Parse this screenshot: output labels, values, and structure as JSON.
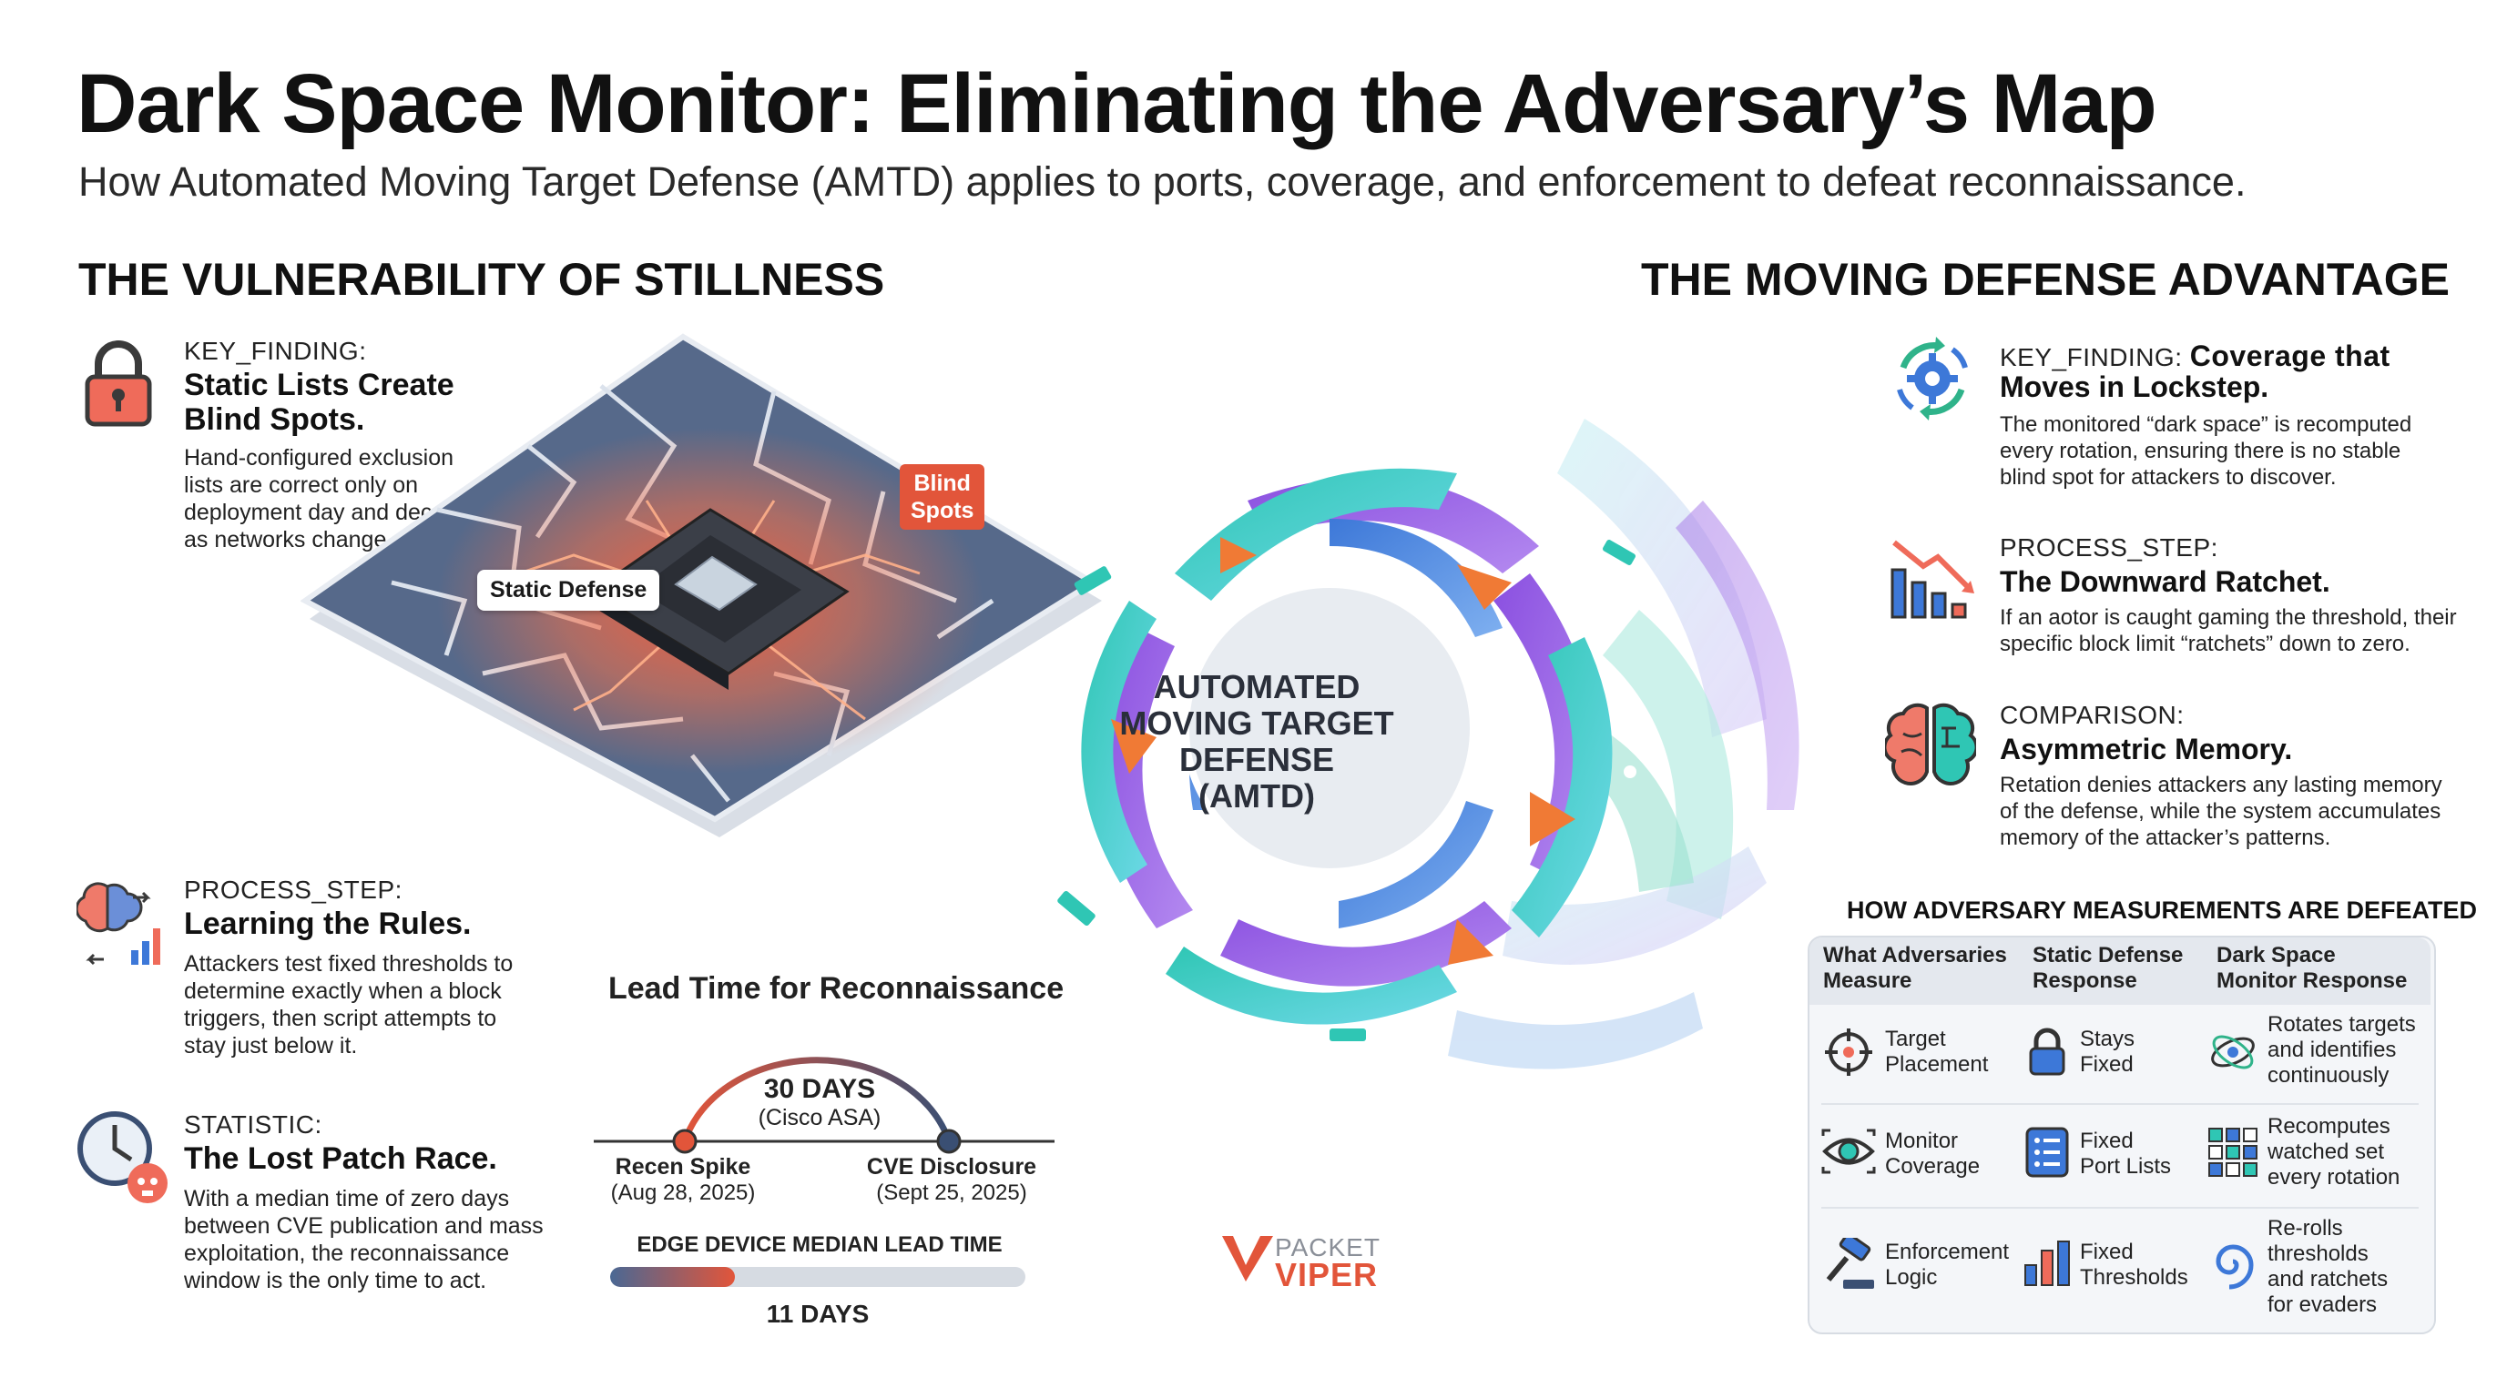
{
  "header": {
    "title": "Dark Space Monitor: Eliminating the Adversary’s Map",
    "subtitle": "How Automated Moving Target Defense (AMTD) applies to ports, coverage, and enforcement to defeat reconnaissance."
  },
  "left": {
    "heading": "THE VULNERABILITY OF STILLNESS",
    "finding1": {
      "kicker": "KEY_FINDING:",
      "title_line1": "Static Lists Create",
      "title_line2": "Blind Spots.",
      "body": [
        "Hand-configured exclusion",
        "lists are correct only on",
        "deployment day and decay",
        "as networks change."
      ]
    },
    "finding2": {
      "kicker": "PROCESS_STEP:",
      "title": "Learning the Rules.",
      "body": [
        "Attackers test fixed thresholds to",
        "determine exactly when a block",
        "triggers, then script attempts to",
        "stay just below it."
      ]
    },
    "finding3": {
      "kicker": "STATISTIC:",
      "title": "The Lost Patch Race.",
      "body": [
        "With a median time of zero days",
        "between CVE publication and mass",
        "exploitation, the reconnaissance",
        "window is the only time to act."
      ]
    }
  },
  "chip": {
    "static_label": "Static Defense",
    "blind_line1": "Blind",
    "blind_line2": "Spots"
  },
  "hub": {
    "line1": "AUTOMATED",
    "line2": "MOVING TARGET",
    "line3": "DEFENSE",
    "line4": "(AMTD)"
  },
  "timeline": {
    "title": "Lead Time for Reconnaissance",
    "arc_value": "30 DAYS",
    "arc_note": "(Cisco ASA)",
    "left_label": "Recen Spike",
    "left_date": "(Aug 28, 2025)",
    "right_label": "CVE Disclosure",
    "right_date": "(Sept 25, 2025)",
    "bar_label": "EDGE DEVICE MEDIAN LEAD TIME",
    "bar_value": "11 DAYS",
    "bar_fill_fraction": 0.3
  },
  "logo": {
    "line1": "PACKET",
    "line2": "VIPER"
  },
  "right": {
    "heading": "THE MOVING DEFENSE ADVANTAGE",
    "finding1": {
      "kicker": "KEY_FINDING:",
      "title_line1": "Coverage that",
      "title_line2": "Moves in Lockstep.",
      "body": [
        "The monitored “dark space” is recomputed",
        "every rotation, ensuring there is no stable",
        "blind spot for attackers to discover."
      ]
    },
    "finding2": {
      "kicker": "PROCESS_STEP:",
      "title": "The Downward Ratchet.",
      "body": [
        "If an aotor is caught gaming the threshold, their",
        "specific block limit “ratchets” down to zero."
      ]
    },
    "finding3": {
      "kicker": "COMPARISON:",
      "title": "Asymmetric Memory.",
      "body": [
        "Retation denies attackers any lasting memory",
        "of the defense, while the system accumulates",
        "memory of the attacker’s patterns."
      ]
    }
  },
  "table": {
    "title": "HOW ADVERSARY MEASUREMENTS ARE DEFEATED",
    "headers": [
      [
        "What Adversaries",
        "Measure"
      ],
      [
        "Static Defense",
        "Response"
      ],
      [
        "Dark Space",
        "Monitor Response"
      ]
    ],
    "rows": [
      {
        "measure": [
          "Target",
          "Placement"
        ],
        "static": [
          "Stays",
          "Fixed"
        ],
        "monitor": [
          "Rotates targets",
          "and identifies",
          "continuously"
        ],
        "icons": [
          "crosshair-icon",
          "padlock-icon",
          "orbit-icon"
        ]
      },
      {
        "measure": [
          "Monitor",
          "Coverage"
        ],
        "static": [
          "Fixed",
          "Port Lists"
        ],
        "monitor": [
          "Recomputes",
          "watched set",
          "every rotation"
        ],
        "icons": [
          "eye-icon",
          "list-icon",
          "grid-icon"
        ]
      },
      {
        "measure": [
          "Enforcement",
          "Logic"
        ],
        "static": [
          "Fixed",
          "Thresholds"
        ],
        "monitor": [
          "Re-rolls",
          "thresholds",
          "and ratchets",
          "for evaders"
        ],
        "icons": [
          "gavel-icon",
          "bar-chart-icon",
          "spiral-icon"
        ]
      }
    ]
  },
  "colors": {
    "accent_red": "#e2553a",
    "navy": "#3a4f73",
    "teal": "#2fc6b4",
    "purple": "#8a4fe0",
    "blue": "#3d78d8",
    "orange": "#f07a35"
  }
}
